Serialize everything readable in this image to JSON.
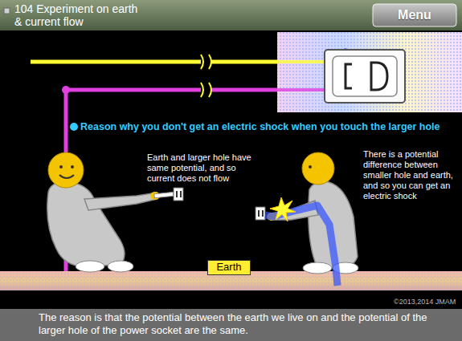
{
  "diagram": {
    "title": "104 Experiment on earth & current flow",
    "caption": "The reason is that the potential between the earth we live on and the potential of the larger hole of the power socket are the same.",
    "nodes": [
      {
        "text": [
          "Menu"
        ]
      },
      {
        "text": [
          "Earth"
        ]
      }
    ],
    "labels": [
      "Reason why you don't get an electric shock when you touch the larger hole",
      "Earth and larger hole have same potential, and so current does not flow",
      "There is a potential difference between smaller hole and earth, and so you can get an electric shock",
      "©2013,2014 JMAM"
    ]
  }
}
